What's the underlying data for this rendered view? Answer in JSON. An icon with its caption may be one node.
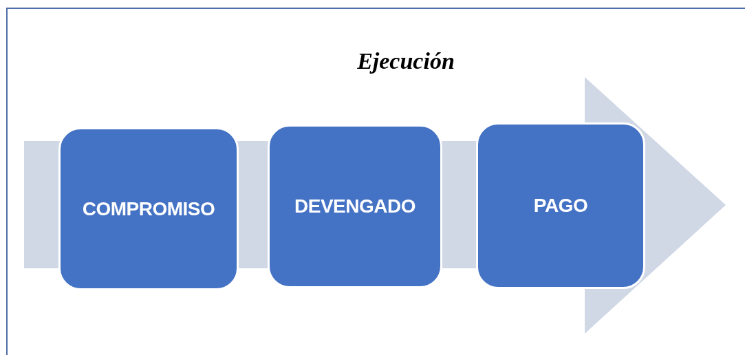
{
  "diagram": {
    "title": "Ejecución",
    "nodes": [
      {
        "text": [
          "COMPROMISO"
        ]
      },
      {
        "text": [
          "DEVENGADO"
        ]
      },
      {
        "text": [
          "PAGO"
        ]
      }
    ]
  }
}
